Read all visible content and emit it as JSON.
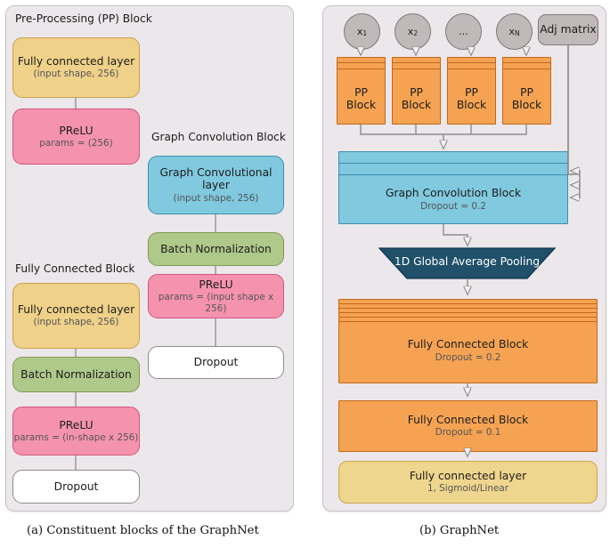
{
  "figure": {
    "captions": [
      {
        "id": "a",
        "text": "(a) Constituent blocks of the GraphNet"
      },
      {
        "id": "b",
        "text": "(b) GraphNet"
      }
    ]
  },
  "colors": {
    "panel_bg": "#ECE7EB",
    "yellow": "#EFD189",
    "pink": "#F593AF",
    "green": "#AFC98A",
    "blue": "#80C9DF",
    "white": "#FFFFFF",
    "orange": "#F5A352",
    "navy": "#20506A",
    "gray_node": "#C1B9B9",
    "wire": "#8C8C8C"
  },
  "panel_a": {
    "groups": [
      {
        "id": "pp",
        "label": "Pre-Processing (PP) Block"
      },
      {
        "id": "gc",
        "label": "Graph Convolution Block"
      },
      {
        "id": "fc",
        "label": "Fully Connected Block"
      }
    ],
    "pp_block": {
      "nodes": [
        {
          "id": "pp-fc",
          "title": "Fully connected layer",
          "subtitle": "(input shape, 256)",
          "color": "yellow"
        },
        {
          "id": "pp-prelu",
          "title": "PReLU",
          "subtitle": "params = (256)",
          "color": "pink"
        }
      ]
    },
    "gc_block": {
      "nodes": [
        {
          "id": "gc-conv",
          "title": "Graph Convolutional layer",
          "subtitle": "(input shape, 256)",
          "color": "blue"
        },
        {
          "id": "gc-bn",
          "title": "Batch Normalization",
          "subtitle": "",
          "color": "green"
        },
        {
          "id": "gc-prelu",
          "title": "PReLU",
          "subtitle": "params = (input shape x 256)",
          "color": "pink"
        },
        {
          "id": "gc-dropout",
          "title": "Dropout",
          "subtitle": "",
          "color": "white"
        }
      ]
    },
    "fc_block": {
      "nodes": [
        {
          "id": "fc-fc",
          "title": "Fully connected layer",
          "subtitle": "(input shape, 256)",
          "color": "yellow"
        },
        {
          "id": "fc-bn",
          "title": "Batch Normalization",
          "subtitle": "",
          "color": "green"
        },
        {
          "id": "fc-prelu",
          "title": "PReLU",
          "subtitle": "params = (in-shape x 256)",
          "color": "pink"
        },
        {
          "id": "fc-dropout",
          "title": "Dropout",
          "subtitle": "",
          "color": "white"
        }
      ]
    }
  },
  "panel_b": {
    "inputs": [
      {
        "id": "x1",
        "label": "x",
        "sub": "1"
      },
      {
        "id": "x2",
        "label": "x",
        "sub": "2"
      },
      {
        "id": "xd",
        "label": "...",
        "sub": ""
      },
      {
        "id": "xn",
        "label": "x",
        "sub": "N"
      }
    ],
    "adj_matrix": {
      "id": "adj",
      "label": "Adj matrix"
    },
    "pp_blocks": [
      {
        "id": "pp1",
        "line1": "PP",
        "line2": "Block"
      },
      {
        "id": "pp2",
        "line1": "PP",
        "line2": "Block"
      },
      {
        "id": "pp3",
        "line1": "PP",
        "line2": "Block"
      },
      {
        "id": "pp4",
        "line1": "PP",
        "line2": "Block"
      }
    ],
    "graph_conv_block": {
      "id": "gcb",
      "title": "Graph Convolution Block",
      "subtitle": "Dropout = 0.2",
      "stacked_layers": 3
    },
    "pooling": {
      "id": "pool",
      "title": "1D Global Average Pooling"
    },
    "fc_block_1": {
      "id": "fcb1",
      "title": "Fully Connected Block",
      "subtitle": "Dropout = 0.2",
      "stacked_layers": 5
    },
    "fc_block_2": {
      "id": "fcb2",
      "title": "Fully Connected Block",
      "subtitle": "Dropout = 0.1",
      "stacked_layers": 1
    },
    "output_layer": {
      "id": "out",
      "title": "Fully connected layer",
      "subtitle": "1, Sigmoid/Linear"
    }
  }
}
